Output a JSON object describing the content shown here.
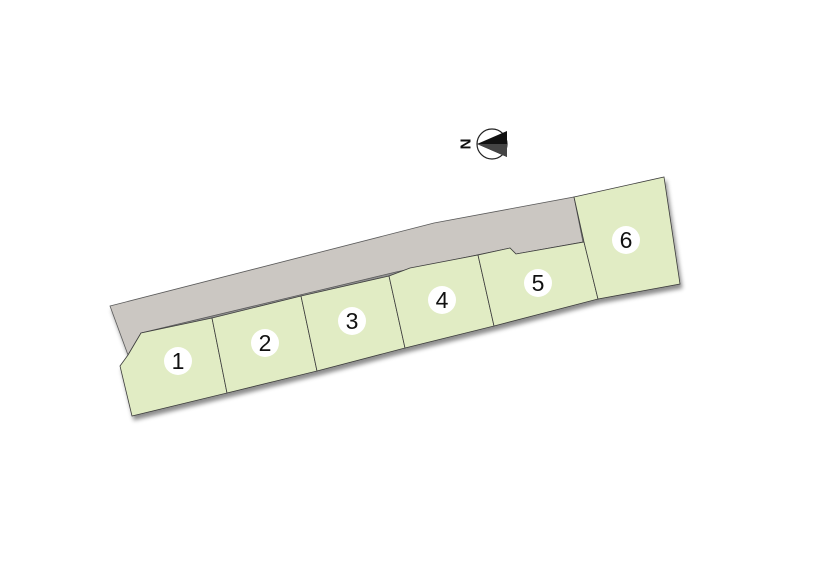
{
  "map": {
    "compass": {
      "label": "N",
      "icon": "north-arrow-icon"
    },
    "lots": [
      {
        "number": "1"
      },
      {
        "number": "2"
      },
      {
        "number": "3"
      },
      {
        "number": "4"
      },
      {
        "number": "5"
      },
      {
        "number": "6"
      }
    ],
    "colors": {
      "lot_fill": "#e1ecc4",
      "road_fill": "#cbc7c2",
      "outline": "#3c3c3c"
    }
  }
}
